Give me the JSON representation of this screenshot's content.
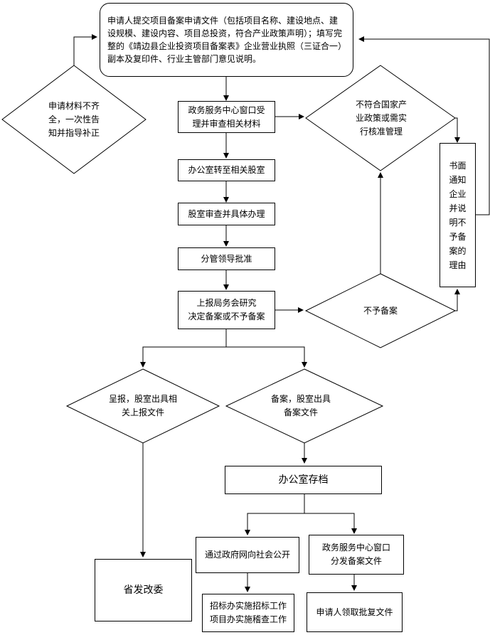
{
  "nodes": {
    "apply": "申请人提交项目备案申请文件（包括项目名称、建设地点、建设规模、建设内容、项目总投资，符合产业政策声明）；填写完整的《靖边县企业投资项目备案表》企业营业执照（三证合一）副本及复印件、行业主管部门意见说明。",
    "incomplete": "申请材料不齐\n全，一次性告\n知并指导补正",
    "accept": "政务服务中心窗口受\n理并审查相关材料",
    "policy": "不符合国家产\n业政策或需实\n行核准管理",
    "office_transfer": "办公室转至相关股室",
    "section_review": "股室审查并具体办理",
    "leader": "分管领导批准",
    "meeting": "上报局务会研究\n决定备案或不予备案",
    "reject": "不予备案",
    "notify": "书面\n通知\n企业\n并说\n明不\n予备\n案的\n理由",
    "report": "呈报，股室出具相\n关上报文件",
    "filed": "备案，股室出具\n备案文件",
    "archive": "办公室存档",
    "provincial": "省发改委",
    "publicize": "通过政府网向社会公开",
    "distribute": "政务服务中心窗口\n分发备案文件",
    "tender": "招标办实施招标工作\n项目办实施稽查工作",
    "receive": "申请人领取批复文件"
  }
}
